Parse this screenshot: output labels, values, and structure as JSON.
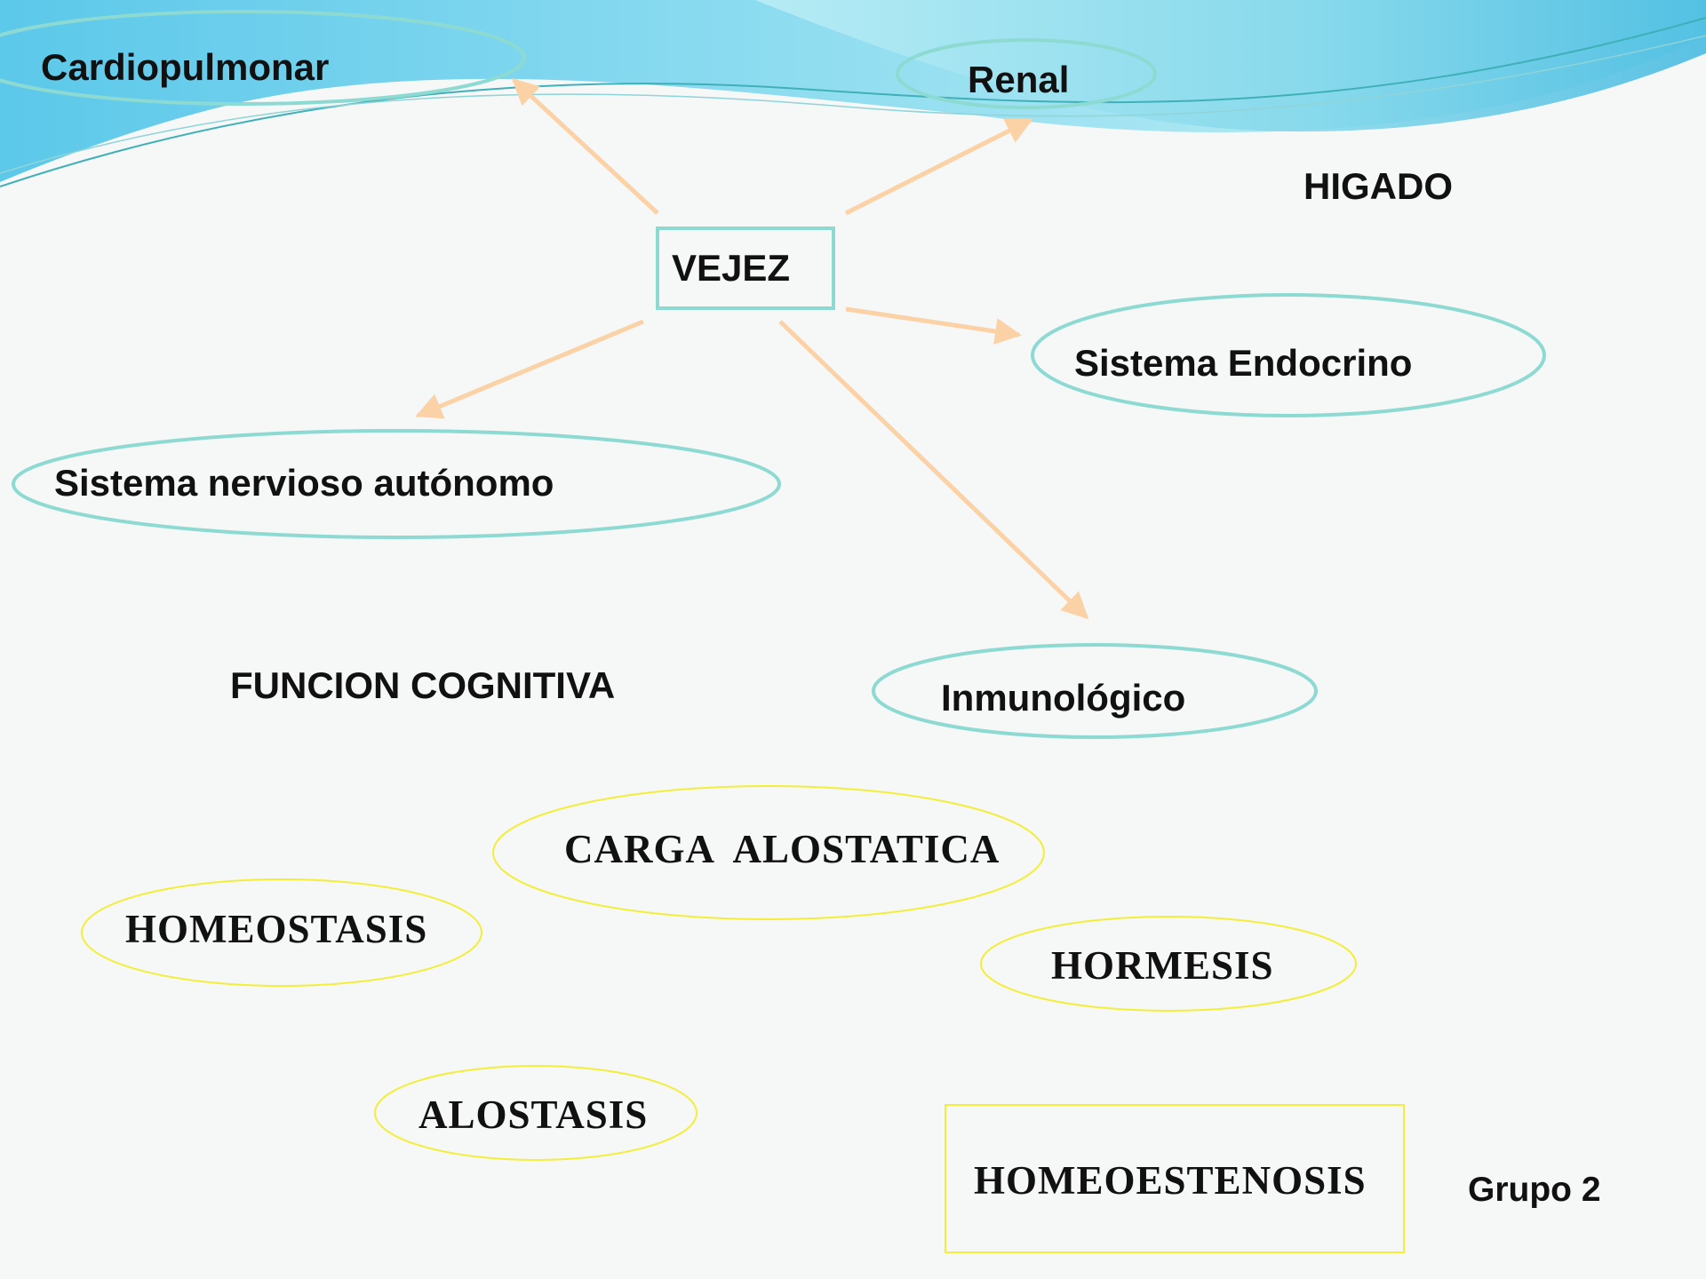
{
  "diagram": {
    "center": "VEJEZ",
    "systems": {
      "cardiopulmonar": "Cardiopulmonar",
      "renal": "Renal",
      "higado": "HIGADO",
      "endocrino": "Sistema Endocrino",
      "nervioso": "Sistema nervioso autónomo",
      "cognitiva": "FUNCION COGNITIVA",
      "inmunologico": "Inmunológico"
    },
    "concepts": {
      "carga": "CARGA  ALOSTATICA",
      "homeostasis": "HOMEOSTASIS",
      "hormesis": "HORMESIS",
      "alostasis": "ALOSTASIS",
      "homeoestenosis": "HOMEOESTENOSIS"
    },
    "footer": "Grupo 2"
  },
  "colors": {
    "teal_outline": "#8ddad2",
    "arrow": "#fbd2a6",
    "yellow_outline": "#f3ee3a",
    "wave_light": "#a7e9f1",
    "wave_dark": "#56c1e4"
  }
}
